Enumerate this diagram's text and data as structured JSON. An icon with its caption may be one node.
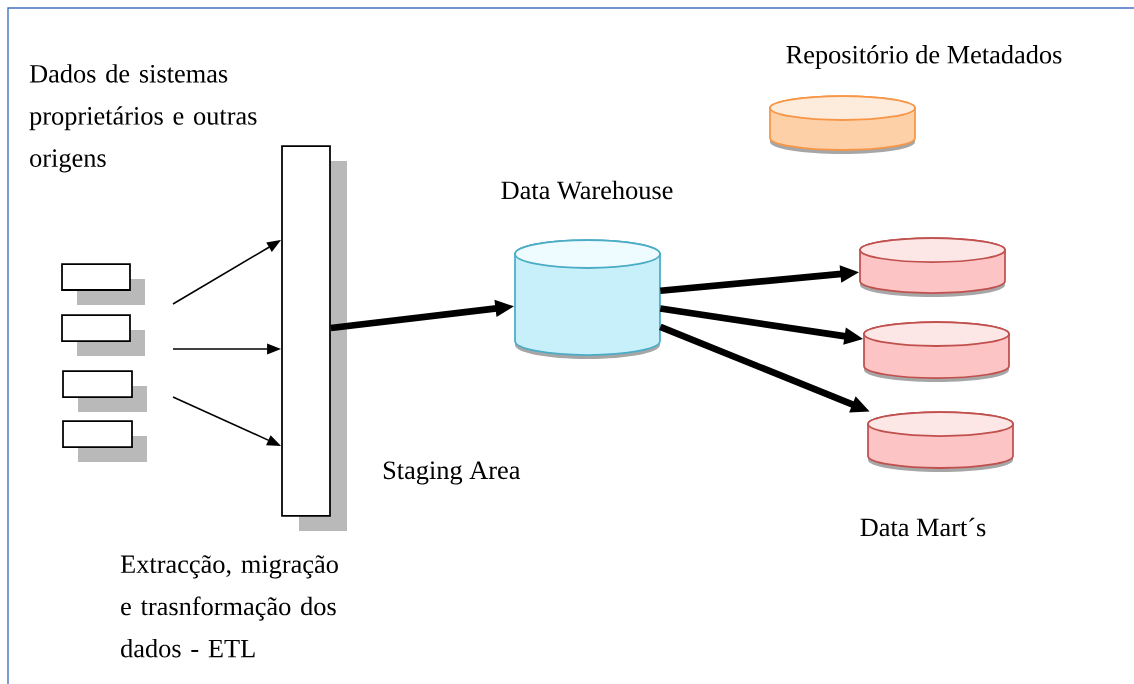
{
  "diagram": {
    "nodes": [
      {
        "text": [],
        "shape": "box"
      },
      {
        "text": [],
        "shape": "box"
      },
      {
        "text": [],
        "shape": "box"
      },
      {
        "text": [],
        "shape": "box"
      },
      {
        "text": [],
        "shape": "bar",
        "beside": [
          "Staging Area"
        ]
      },
      {
        "text": [
          "Data Warehouse"
        ]
      },
      {
        "text": [
          "Repositório de Metadados"
        ]
      },
      {
        "text": [],
        "shape": "cylinder"
      },
      {
        "text": [],
        "shape": "cylinder"
      },
      {
        "text": [],
        "shape": "cylinder"
      }
    ],
    "edges": [
      {
        "from": null,
        "to": 4,
        "arrow": "to"
      },
      {
        "from": null,
        "to": 4,
        "arrow": "to"
      },
      {
        "from": null,
        "to": 4,
        "arrow": "to"
      },
      {
        "from": 4,
        "to": 5,
        "arrow": "to"
      },
      {
        "from": 5,
        "to": 7,
        "arrow": "to"
      },
      {
        "from": 5,
        "to": 8,
        "arrow": "to"
      },
      {
        "from": 5,
        "to": 9,
        "arrow": "to"
      }
    ],
    "labels": [
      "Dados de sistemas proprietários e outras origens",
      "Extracção, migração e trasnformação dos dados - ETL",
      "Data Mart´s"
    ]
  }
}
